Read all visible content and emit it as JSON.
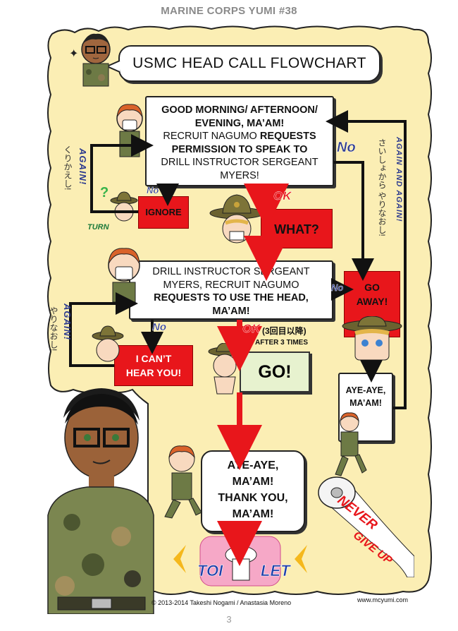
{
  "header": {
    "title": "MARINE CORPS YUMI #38"
  },
  "flowchart": {
    "title": "USMC HEAD CALL FLOWCHART",
    "step1": {
      "line1": "GOOD MORNING/ AFTERNOON/",
      "line2": "EVENING, MA’AM!",
      "line3a": "RECRUIT NAGUMO ",
      "line3b": "REQUESTS",
      "line4": "PERMISSION TO SPEAK TO",
      "line5": "DRILL INSTRUCTOR SERGEANT",
      "line6": "MYERS!"
    },
    "step2": {
      "line1": "DRILL INSTRUCTOR SERGEANT",
      "line2": "MYERS, RECRUIT NAGUMO",
      "line3": "REQUESTS TO USE THE HEAD,",
      "line4": "MA’AM!"
    },
    "responses": {
      "ignore": "IGNORE",
      "what": "WHAT?",
      "go_away_1": "GO",
      "go_away_2": "AWAY!",
      "cant_hear_1": "I CAN’T",
      "cant_hear_2": "HEAR YOU!",
      "go": "GO!",
      "aye_1": "AYE-AYE,",
      "aye_2": "MA’AM!"
    },
    "final": {
      "line1": "AYE-AYE,",
      "line2": "MA’AM!",
      "line3": "THANK YOU,",
      "line4": "MA’AM!"
    },
    "labels": {
      "no": "No",
      "ok": "OK",
      "ok_jp": "(3回目以降)",
      "after_3_times": "AFTER 3 TIMES",
      "turn": "TURN",
      "again": "AGAIN!",
      "again_and_again_1": "AGAIN",
      "again_and_again_2": "AND",
      "again_and_again_3": "AGAIN!",
      "jp_left_top": "くりかえし!",
      "jp_right": "さいしょから やりなおし!",
      "jp_left_bottom": "やりなおし!",
      "toilet_1": "TOI",
      "toilet_2": "LET",
      "never": "NEVER",
      "give_up": "GIVE UP"
    }
  },
  "footer": {
    "copyright": "© 2013-2014 Takeshi Nogami / Anastasia Moreno",
    "url": "www.mcyumi.com",
    "page_number": "3"
  },
  "colors": {
    "panel": "#fbeeb4",
    "red": "#e8161b",
    "blue": "#2d3b8f",
    "go_box": "#e7f2cf",
    "sparkle": "#f5b81c"
  }
}
